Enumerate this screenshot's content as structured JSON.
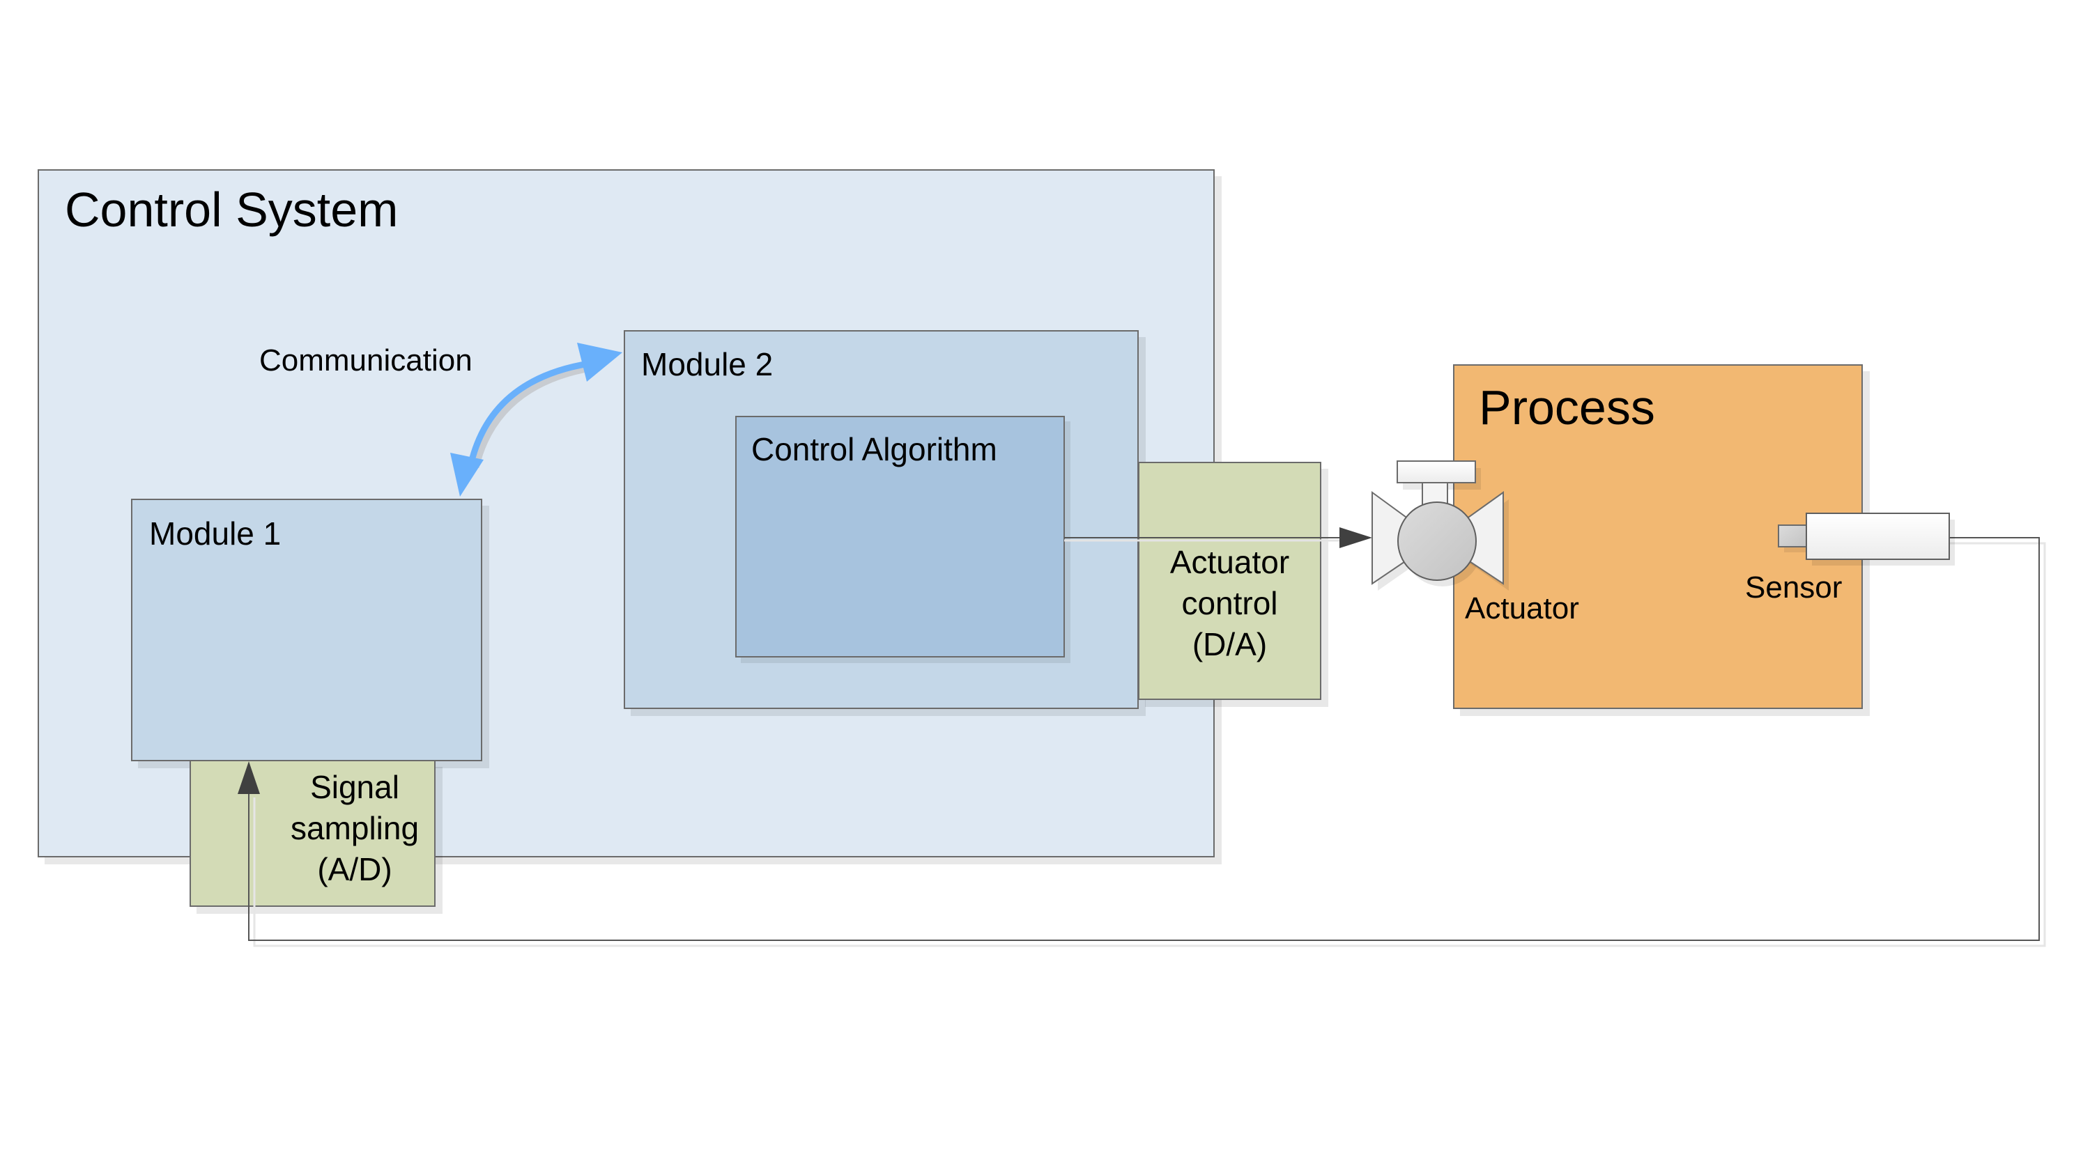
{
  "diagram": {
    "control_system": {
      "title": "Control System",
      "fill": "#dfe9f3"
    },
    "communication": {
      "label": "Communication",
      "arrow_color": "#69b0fb"
    },
    "module_1": {
      "title": "Module 1",
      "fill": "#c4d7e8"
    },
    "module_2": {
      "title": "Module 2",
      "fill": "#c4d7e8"
    },
    "control_algorithm": {
      "title": "Control Algorithm",
      "fill": "#a7c3de"
    },
    "actuator_control": {
      "label": "Actuator\ncontrol\n(D/A)",
      "fill": "#d3dbb6"
    },
    "signal_sampling": {
      "label": "Signal\nsampling\n(A/D)",
      "fill": "#d3dbb6"
    },
    "process": {
      "title": "Process",
      "fill": "#f2b872"
    },
    "actuator": {
      "label": "Actuator",
      "icon": "valve-icon"
    },
    "sensor": {
      "label": "Sensor",
      "icon": "sensor-icon"
    },
    "connector_color": "#555555"
  }
}
